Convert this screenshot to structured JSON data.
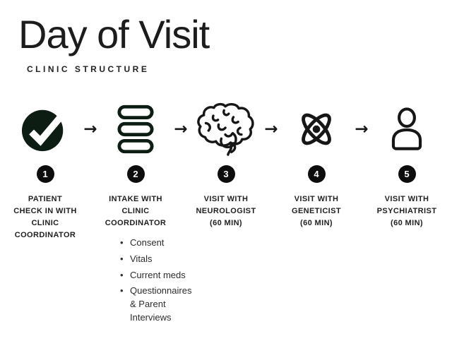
{
  "header": {
    "title": "Day of Visit",
    "subtitle": "CLINIC STRUCTURE"
  },
  "arrow_glyph": "→",
  "colors": {
    "check_circle_fill": "#0e1d14",
    "bars_stroke": "#0e1d14",
    "outline_icon_stroke": "#161616",
    "badge_background": "#0d0d0d",
    "badge_text": "#ffffff",
    "text": "#1f1f1f"
  },
  "steps": [
    {
      "number": "1",
      "icon": "check-circle-icon",
      "label": [
        "PATIENT",
        "CHECK IN WITH",
        "CLINIC",
        "COORDINATOR"
      ]
    },
    {
      "number": "2",
      "icon": "list-bars-icon",
      "label": [
        "INTAKE WITH",
        "CLINIC",
        "COORDINATOR"
      ],
      "bullets": [
        "Consent",
        "Vitals",
        "Current meds",
        "Questionnaires & Parent Interviews"
      ]
    },
    {
      "number": "3",
      "icon": "brain-icon",
      "label": [
        "VISIT WITH",
        "NEUROLOGIST",
        "(60 MIN)"
      ]
    },
    {
      "number": "4",
      "icon": "atom-icon",
      "label": [
        "VISIT WITH",
        "GENETICIST",
        "(60 MIN)"
      ]
    },
    {
      "number": "5",
      "icon": "person-icon",
      "label": [
        "VISIT WITH",
        "PSYCHIATRIST",
        "(60 MIN)"
      ]
    }
  ]
}
